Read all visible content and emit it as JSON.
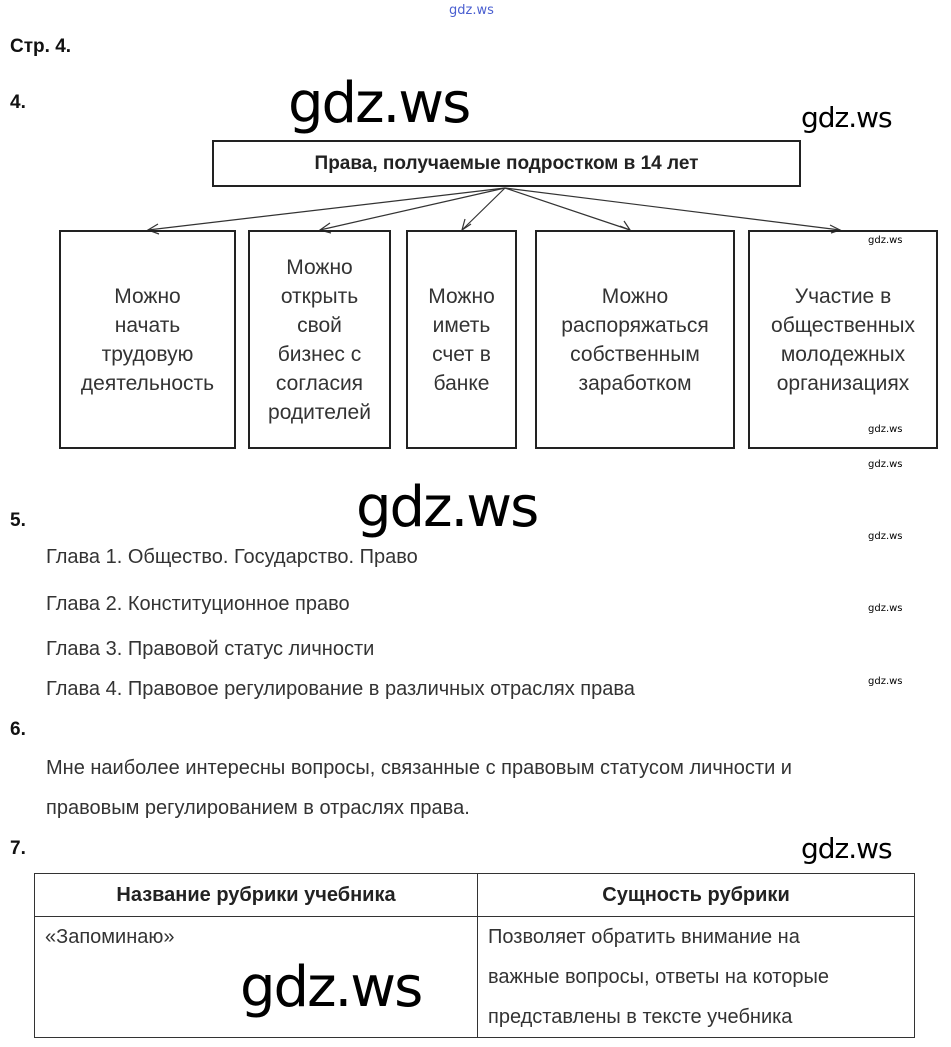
{
  "watermark": "gdz.ws",
  "page_label": "Стр. 4.",
  "task4": {
    "number": "4.",
    "header": "Права, получаемые подростком в 14 лет",
    "boxes": [
      [
        "Можно",
        "начать",
        "трудовую",
        "деятельность"
      ],
      [
        "Можно",
        "открыть",
        "свой",
        "бизнес с",
        "согласия",
        "родителей"
      ],
      [
        "Можно",
        "иметь",
        "счет в",
        "банке"
      ],
      [
        "Можно",
        "распоряжаться",
        "собственным",
        "заработком"
      ],
      [
        "Участие в",
        "общественных",
        "молодежных",
        "организациях"
      ]
    ]
  },
  "task5": {
    "number": "5.",
    "chapters": [
      "Глава 1. Общество. Государство. Право",
      "Глава 2. Конституционное право",
      "Глава 3. Правовой статус личности",
      "Глава 4. Правовое регулирование в различных отраслях права"
    ]
  },
  "task6": {
    "number": "6.",
    "lines": [
      "Мне наиболее интересны вопросы, связанные с правовым статусом личности и",
      "правовым регулированием в отраслях права."
    ]
  },
  "task7": {
    "number": "7.",
    "headers": [
      "Название рубрики учебника",
      "Сущность рубрики"
    ],
    "row": {
      "name": "«Запоминаю»",
      "essence": [
        "Позволяет обратить внимание на",
        "важные вопросы, ответы на которые",
        "представлены в тексте учебника"
      ]
    }
  }
}
